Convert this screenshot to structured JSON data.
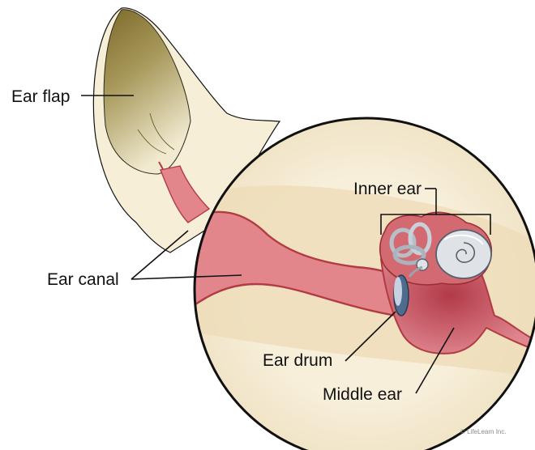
{
  "labels": {
    "ear_flap": "Ear flap",
    "ear_canal": "Ear canal",
    "inner_ear": "Inner ear",
    "ear_drum": "Ear drum",
    "middle_ear": "Middle ear"
  },
  "credit": "© LifeLearn Inc.",
  "colors": {
    "skin": "#f6eed6",
    "flap_inside": "#8a7a3c",
    "canal": "#e2868b",
    "canal_edge": "#b23a42",
    "middle_ear": "#c95762",
    "shell": "#d9dde3",
    "outline": "#111111"
  }
}
